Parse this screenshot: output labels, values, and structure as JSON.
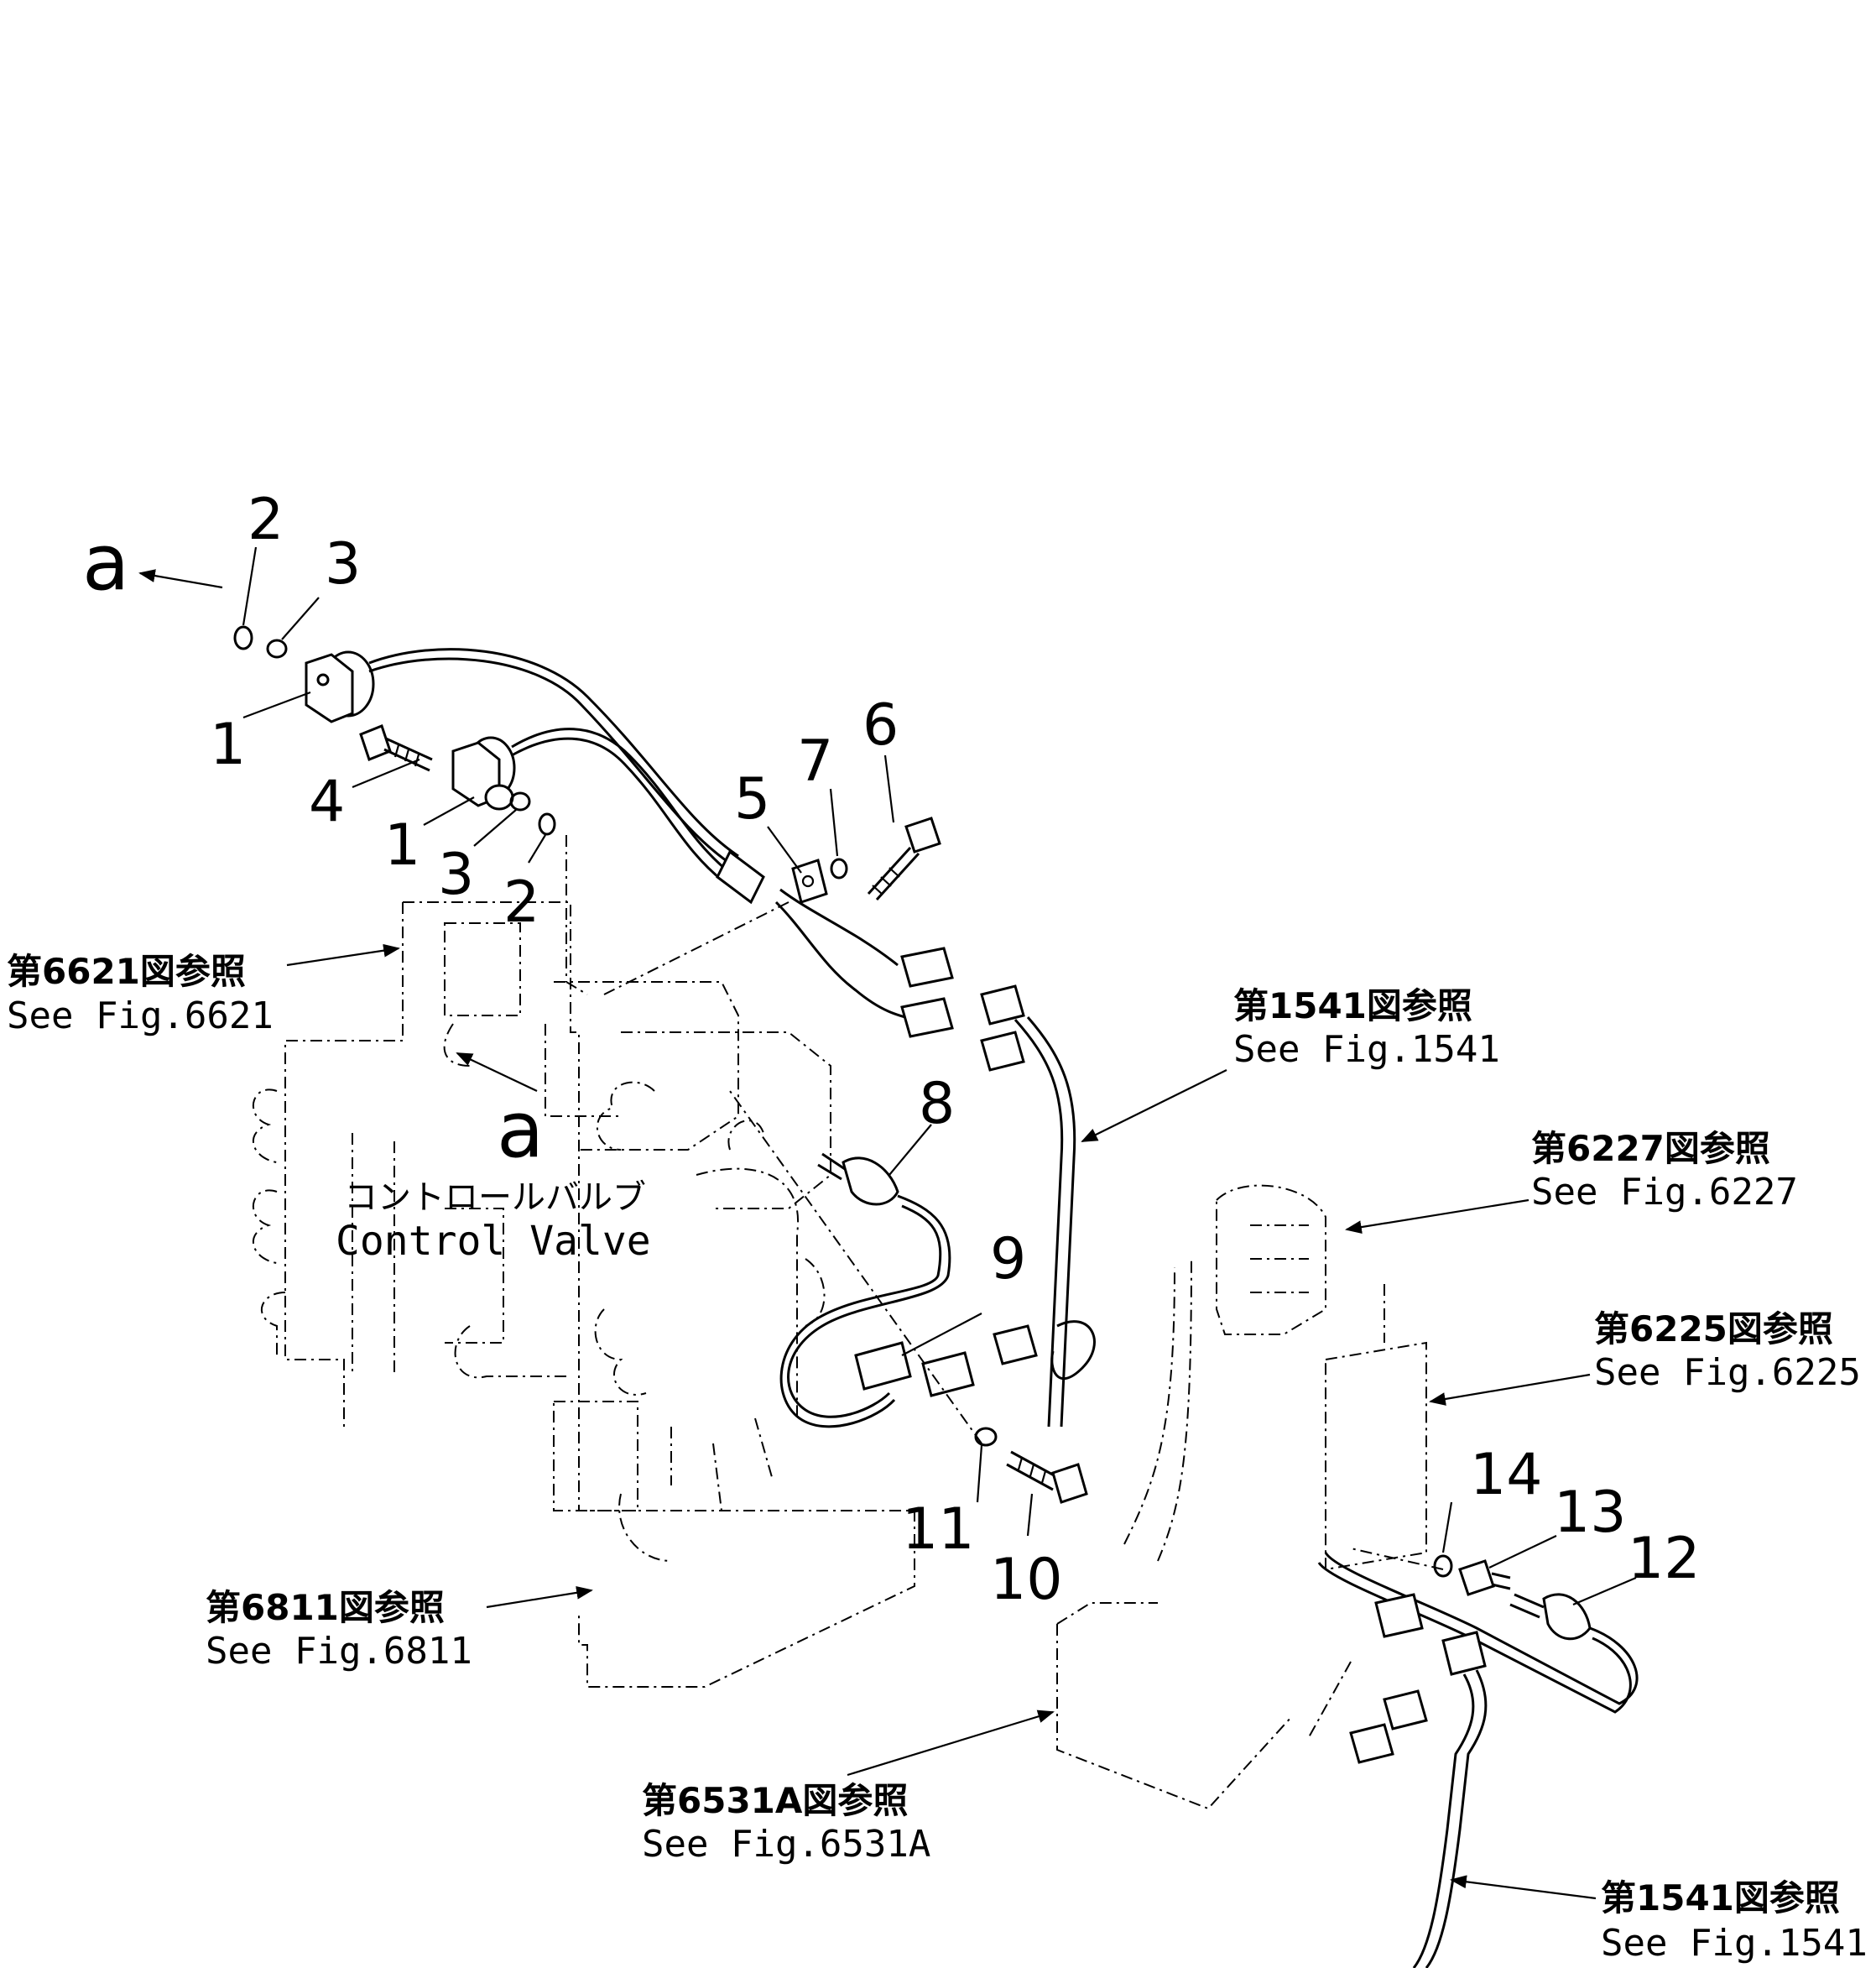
{
  "part_numbers": {
    "p1a": "1",
    "p1b": "1",
    "p2a": "2",
    "p2b": "2",
    "p3a": "3",
    "p3b": "3",
    "p4": "4",
    "p5": "5",
    "p6": "6",
    "p7": "7",
    "p8": "8",
    "p9": "9",
    "p10": "10",
    "p11": "11",
    "p12": "12",
    "p13": "13",
    "p14": "14"
  },
  "view_markers": {
    "a_top": "a",
    "a_mid": "a"
  },
  "control_valve": {
    "jp": "コントロールバルブ",
    "en": "Control Valve"
  },
  "references": {
    "fig6621": {
      "jp": "第6621図参照",
      "en": "See Fig.6621"
    },
    "fig1541_top": {
      "jp": "第1541図参照",
      "en": "See Fig.1541"
    },
    "fig6227": {
      "jp": "第6227図参照",
      "en": "See Fig.6227"
    },
    "fig6225": {
      "jp": "第6225図参照",
      "en": "See Fig.6225"
    },
    "fig6811": {
      "jp": "第6811図参照",
      "en": "See Fig.6811"
    },
    "fig6531a": {
      "jp": "第6531A図参照",
      "en": "See Fig.6531A"
    },
    "fig1541_bottom": {
      "jp": "第1541図参照",
      "en": "See Fig.1541"
    }
  }
}
